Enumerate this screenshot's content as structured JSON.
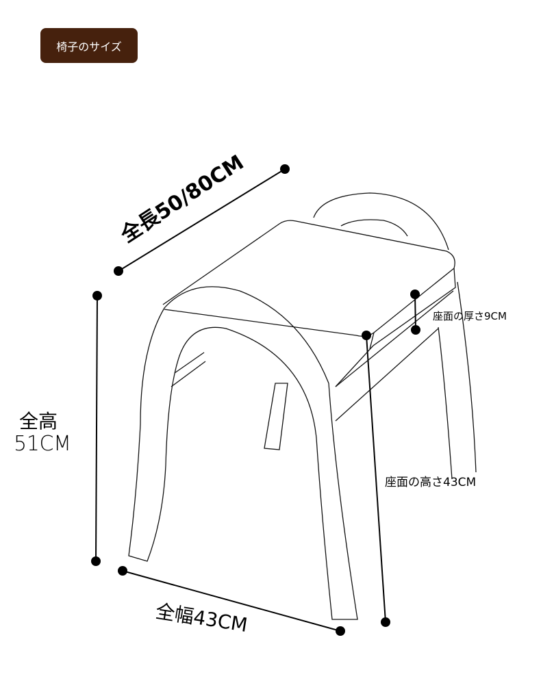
{
  "header": {
    "title": "椅子のサイズ"
  },
  "dimensions": {
    "length": "全長50/80CM",
    "height_label": "全高",
    "height_value": "51CM",
    "width": "全幅43CM",
    "seat_thickness": "座面の厚さ9CM",
    "seat_height": "座面の高さ43CM"
  },
  "colors": {
    "badge": "#46210d",
    "line": "#000000"
  }
}
